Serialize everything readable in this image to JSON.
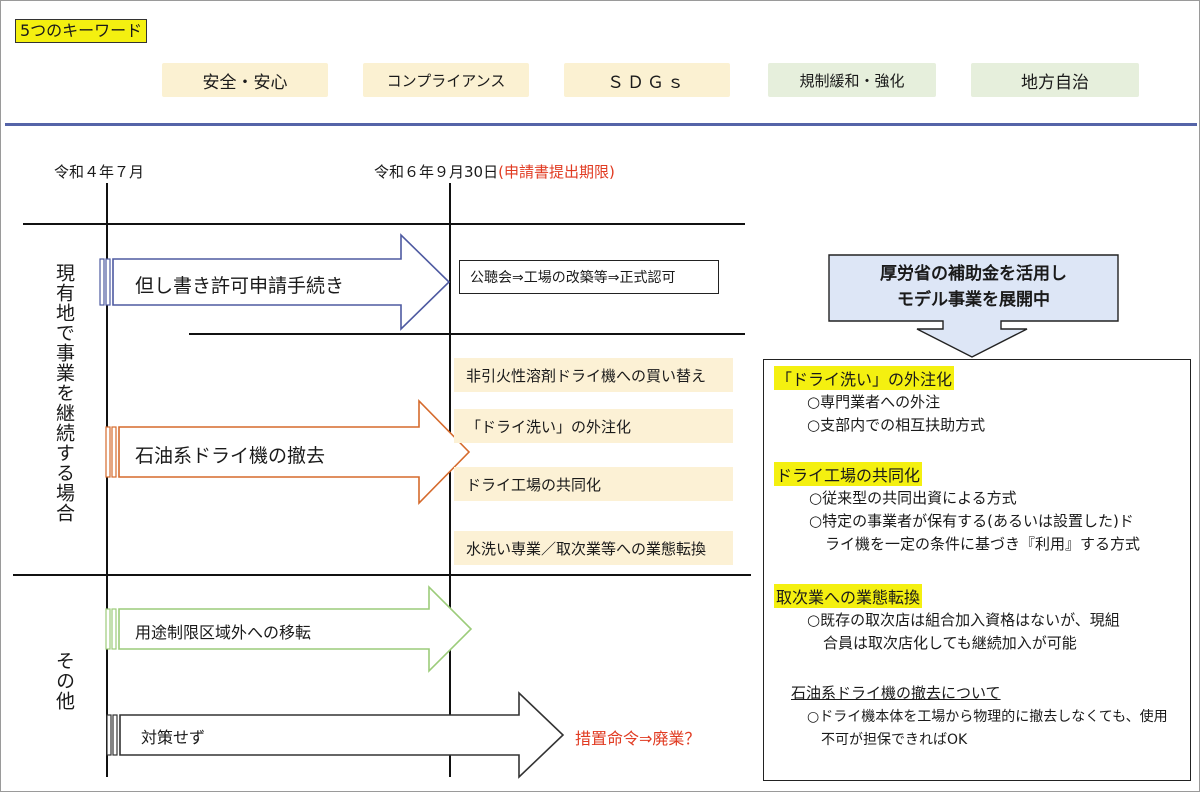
{
  "keywords": {
    "title": "5つのキーワード",
    "items": [
      "安全・安心",
      "コンプライアンス",
      "ＳＤＧｓ",
      "規制緩和・強化",
      "地方自治"
    ]
  },
  "timeline": {
    "start": "令和４年７月",
    "deadline_date": "令和６年９月30日",
    "deadline_note": "(申請書提出期限)"
  },
  "sections": {
    "continue": "現有地で事業を継続する場合",
    "other": "その他"
  },
  "arrows": {
    "permit": "但し書き許可申請手続き",
    "removal": "石油系ドライ機の撤去",
    "relocate": "用途制限区域外への移転",
    "none": "対策せず"
  },
  "outcomes": {
    "permit": "公聴会⇒工場の改築等⇒正式認可",
    "none": "措置命令⇒廃業？",
    "options": [
      "非引火性溶剤ドライ機への買い替え",
      "「ドライ洗い」の外注化",
      "ドライ工場の共同化",
      "水洗い専業／取次業等への業態転換"
    ]
  },
  "model": {
    "line1": "厚労省の補助金を活用し",
    "line2": "モデル事業を展開中"
  },
  "right_panel": {
    "h1": "「ドライ洗い」の外注化",
    "h1_items": [
      "○専門業者への外注",
      "○支部内での相互扶助方式"
    ],
    "h2": "ドライ工場の共同化",
    "h2_items": [
      "○従来型の共同出資による方式",
      "○特定の事業者が保有する(あるいは設置した)ド",
      "ライ機を一定の条件に基づき『利用』する方式"
    ],
    "h3": "取次業への業態転換",
    "h3_items": [
      "○既存の取次店は組合加入資格はないが、現組",
      "合員は取次店化しても継続加入が可能"
    ],
    "h4": "石油系ドライ機の撤去について",
    "h4_items": [
      "○ドライ機本体を工場から物理的に撤去しなくても、使用",
      "不可が担保できればOK"
    ]
  },
  "colors": {
    "keyword_yellow": "#fbf1d2",
    "keyword_green": "#e6efdc",
    "highlight": "#f4f010",
    "separator": "#5564a8",
    "arrow_blue": "#4e5aa1",
    "arrow_orange": "#d56a2c",
    "arrow_green": "#9ccc7a",
    "arrow_dark": "#333333",
    "red_text": "#e13b22"
  }
}
